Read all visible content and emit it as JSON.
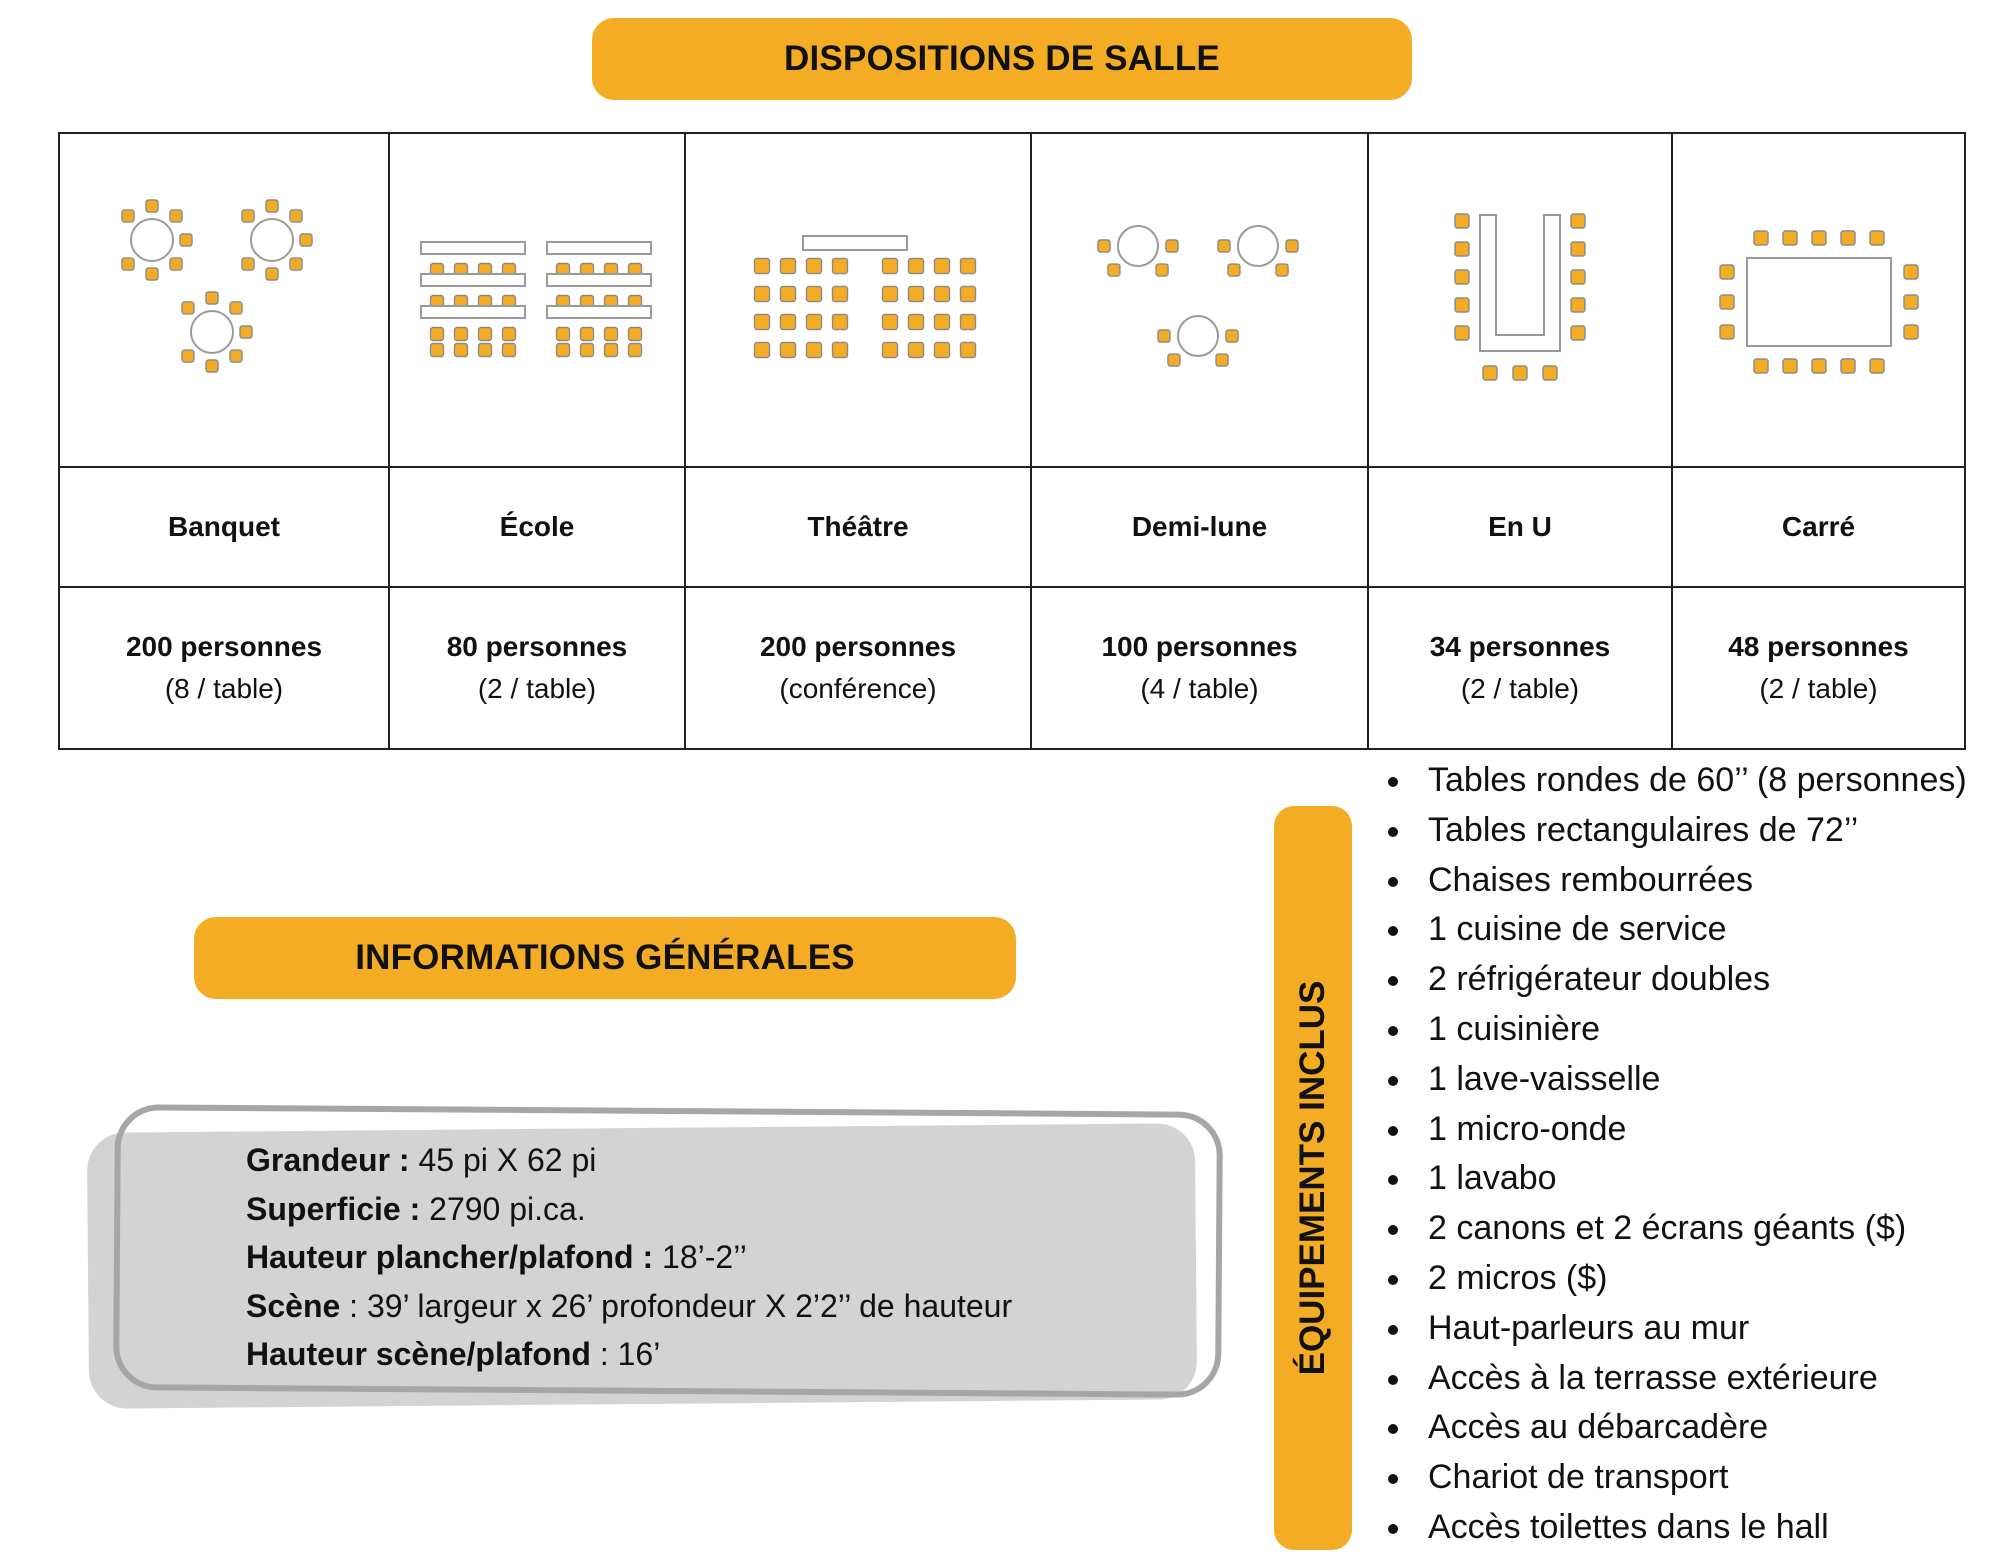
{
  "title": "DISPOSITIONS DE SALLE",
  "colors": {
    "accent": "#F4AC25",
    "chair": "#F4AC25",
    "box_gray": "#D2D3D2",
    "outline_gray": "#A5A6A5"
  },
  "layouts": [
    {
      "name": "Banquet",
      "capacity": "200 personnes",
      "detail": "(8 / table)",
      "icon": "banquet-layout-icon"
    },
    {
      "name": "École",
      "capacity": "80 personnes",
      "detail": "(2 / table)",
      "icon": "classroom-layout-icon"
    },
    {
      "name": "Théâtre",
      "capacity": "200 personnes",
      "detail": "(conférence)",
      "icon": "theatre-layout-icon"
    },
    {
      "name": "Demi-lune",
      "capacity": "100  personnes",
      "detail": "(4 / table)",
      "icon": "half-moon-layout-icon"
    },
    {
      "name": "En U",
      "capacity": "34 personnes",
      "detail": "(2 / table)",
      "icon": "u-shape-layout-icon"
    },
    {
      "name": "Carré",
      "capacity": "48 personnes",
      "detail": "(2 / table)",
      "icon": "square-layout-icon"
    }
  ],
  "general_info": {
    "title": "INFORMATIONS GÉNÉRALES",
    "lines": [
      {
        "label": "Grandeur :",
        "value": " 45 pi X 62 pi"
      },
      {
        "label": "Superficie :",
        "value": " 2790 pi.ca."
      },
      {
        "label": "Hauteur plancher/plafond :",
        "value": " 18’-2’’"
      },
      {
        "label": "Scène",
        "value": " : 39’ largeur x 26’ profondeur X 2’2’’ de hauteur"
      },
      {
        "label": "Hauteur scène/plafond",
        "value": " : 16’"
      }
    ]
  },
  "equipment": {
    "title": "ÉQUIPEMENTS INCLUS",
    "items": [
      "Tables rondes de 60’’ (8 personnes)",
      "Tables rectangulaires de 72’’",
      "Chaises rembourrées",
      "1 cuisine de service",
      "2 réfrigérateur doubles",
      "1 cuisinière",
      "1 lave-vaisselle",
      "1 micro-onde",
      "1 lavabo",
      "2 canons et 2 écrans géants ($)",
      "2 micros ($)",
      "Haut-parleurs au mur",
      "Accès à la terrasse extérieure",
      "Accès au débarcadère",
      "Chariot de transport",
      "Accès toilettes dans le hall"
    ]
  }
}
